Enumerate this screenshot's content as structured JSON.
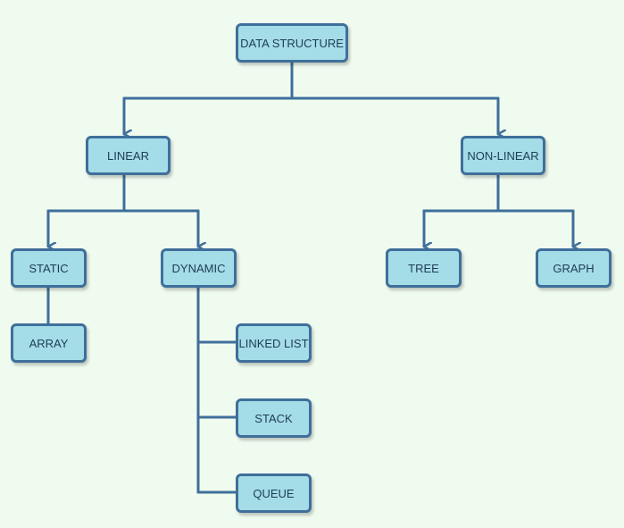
{
  "nodes": {
    "root": "DATA STRUCTURE",
    "linear": "LINEAR",
    "nonlinear": "NON-LINEAR",
    "static": "STATIC",
    "dynamic": "DYNAMIC",
    "tree": "TREE",
    "graph": "GRAPH",
    "array": "ARRAY",
    "linkedlist": "LINKED LIST",
    "stack": "STACK",
    "queue": "QUEUE"
  },
  "colors": {
    "background": "#f0fbef",
    "node_fill": "#a4dde7",
    "node_border": "#3f6f9b",
    "edge": "#3f6f9b",
    "text": "#1f3c56"
  }
}
